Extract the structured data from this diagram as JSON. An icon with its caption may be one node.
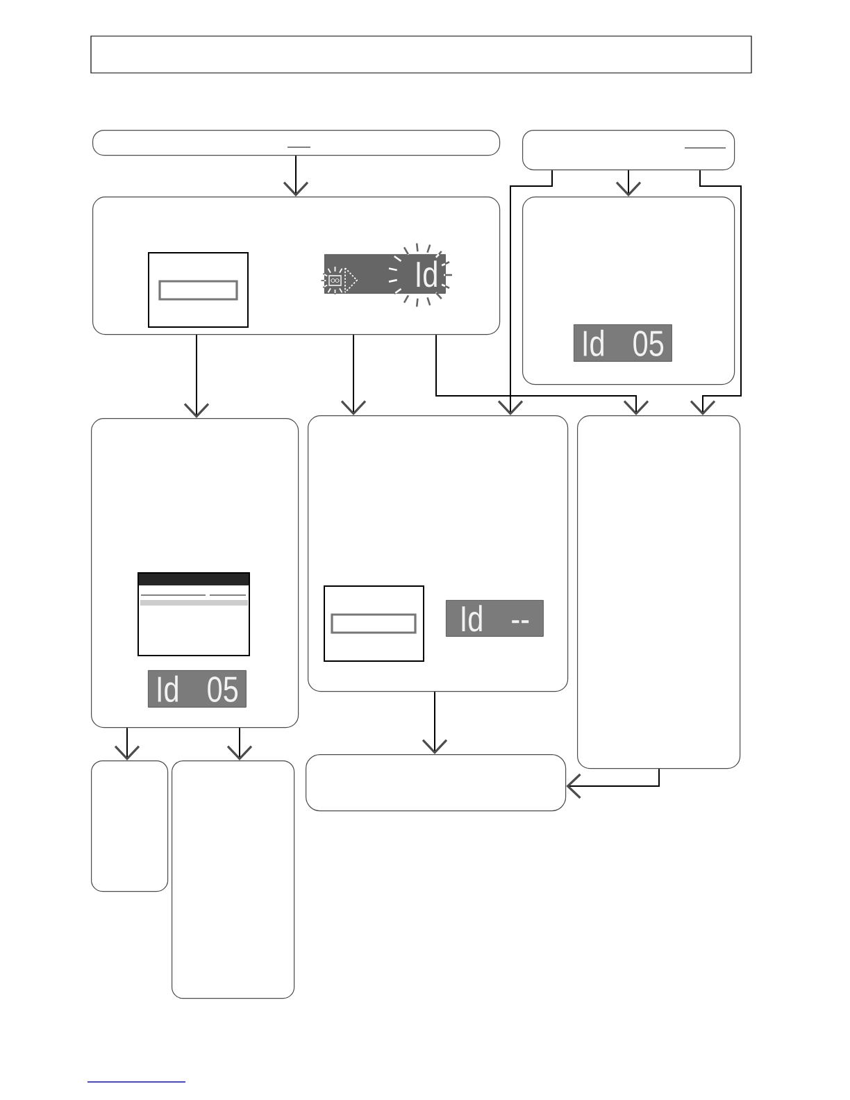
{
  "diagram": {
    "nodes": [
      {
        "text": [],
        "shape": "box"
      },
      {
        "text": [],
        "shape": "box"
      },
      {
        "text": [],
        "shape": "box"
      },
      {
        "text": [
          "Id"
        ],
        "in": 2
      },
      {
        "text": [],
        "shape": "box"
      },
      {
        "text": [
          "Id 05"
        ],
        "in": 4
      },
      {
        "text": [],
        "shape": "box"
      },
      {
        "text": [
          "Id 05"
        ],
        "in": 6
      },
      {
        "text": [],
        "shape": "box"
      },
      {
        "text": [
          "Id --"
        ],
        "in": 8
      },
      {
        "text": [],
        "shape": "box"
      },
      {
        "text": [],
        "shape": "box"
      },
      {
        "text": [],
        "shape": "box"
      },
      {
        "text": [],
        "shape": "box"
      }
    ],
    "edges": [
      {
        "from": 0,
        "to": 2,
        "arrow": "to"
      },
      {
        "from": 1,
        "to": 4,
        "arrow": "to"
      },
      {
        "from": 1,
        "to": 8,
        "arrow": "to"
      },
      {
        "from": 1,
        "to": 10,
        "arrow": "to"
      },
      {
        "from": 2,
        "to": 6,
        "arrow": "to"
      },
      {
        "from": 2,
        "to": 8,
        "arrow": "to"
      },
      {
        "from": 2,
        "to": 10,
        "arrow": "to"
      },
      {
        "from": 6,
        "to": 11,
        "arrow": "to"
      },
      {
        "from": 6,
        "to": 12,
        "arrow": "to"
      },
      {
        "from": 8,
        "to": 13,
        "arrow": "to"
      },
      {
        "from": 10,
        "to": 13,
        "arrow": "to"
      }
    ]
  }
}
